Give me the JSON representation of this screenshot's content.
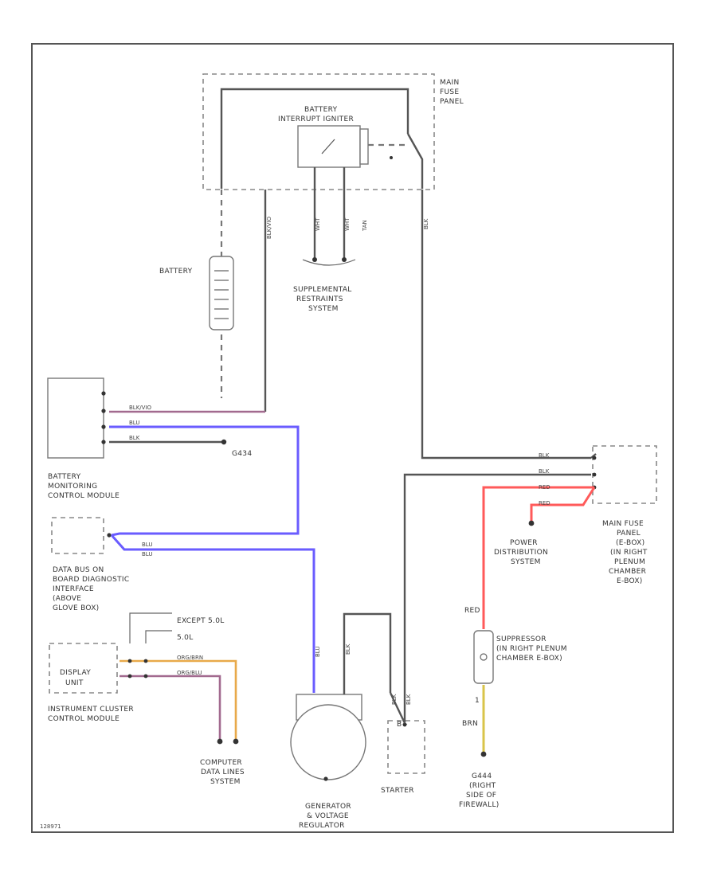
{
  "labels": {
    "main_fuse_panel_top": [
      "MAIN",
      "FUSE",
      "PANEL"
    ],
    "battery_interrupt_igniter": [
      "BATTERY",
      "INTERRUPT IGNITER"
    ],
    "battery": "BATTERY",
    "srs": [
      "SUPPLEMENTAL",
      "RESTRAINTS",
      "SYSTEM"
    ],
    "bmcm": [
      "BATTERY",
      "MONITORING",
      "CONTROL MODULE"
    ],
    "g434": "G434",
    "data_bus": [
      "DATA BUS ON",
      "BOARD DIAGNOSTIC",
      "INTERFACE",
      "(ABOVE",
      "GLOVE BOX)"
    ],
    "except_50l": "EXCEPT 5.0L",
    "l50": "5.0L",
    "display_unit": [
      "DISPLAY",
      "UNIT"
    ],
    "instrument_cluster": [
      "INSTRUMENT CLUSTER",
      "CONTROL MODULE"
    ],
    "computer_data_lines": [
      "COMPUTER",
      "DATA LINES",
      "SYSTEM"
    ],
    "generator": [
      "GENERATOR",
      "& VOLTAGE",
      "REGULATOR"
    ],
    "starter": "STARTER",
    "starter_bplus": "B+",
    "power_distribution": [
      "POWER",
      "DISTRIBUTION",
      "SYSTEM"
    ],
    "main_fuse_panel_e": [
      "MAIN FUSE",
      "PANEL",
      "(E-BOX)",
      "(IN RIGHT",
      "PLENUM",
      "CHAMBER",
      "E-BOX)"
    ],
    "suppressor": [
      "SUPPRESSOR",
      "(IN RIGHT PLENUM",
      "CHAMBER E-BOX)"
    ],
    "g444": [
      "G444",
      "(RIGHT",
      "SIDE OF",
      "FIREWALL)"
    ],
    "red": "RED",
    "brn": "BRN",
    "pin_1": "1",
    "figure_id": "128971"
  },
  "wire_labels": {
    "blk": "BLK",
    "blk_vio": "BLK/VIO",
    "blu": "BLU",
    "red": "RED",
    "org_brn": "ORG/BRN",
    "org_blu": "ORG/BLU",
    "tan": "TAN",
    "wht": "WHT"
  },
  "colors": {
    "blk": "#555555",
    "blu": "#6a5cff",
    "red": "#ff5a5a",
    "org": "#e8a94a",
    "vio": "#a26a8f",
    "brn_yel": "#d9c44a"
  }
}
